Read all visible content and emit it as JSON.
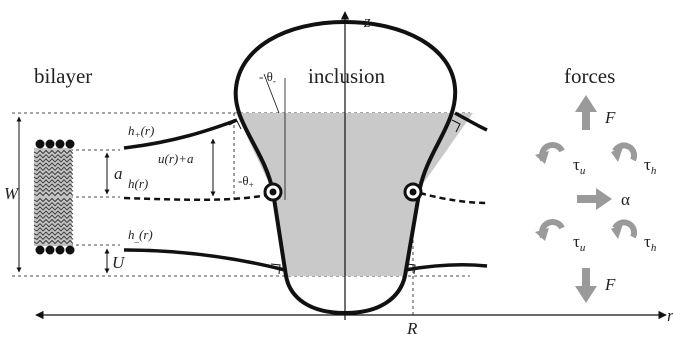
{
  "labels": {
    "axis_z": "z",
    "axis_r": "r",
    "R": "R",
    "bilayer": "bilayer",
    "inclusion": "inclusion",
    "forces": "forces",
    "theta_minus": "- θ",
    "theta_minus_sub": "-",
    "theta_plus": "-θ",
    "theta_plus_sub": "+",
    "h_plus": "h",
    "h_plus_sub": "+",
    "h_plus_arg": "(r)",
    "h": "h(r)",
    "h_minus": "h",
    "h_minus_sub": "_",
    "h_minus_arg": "(r)",
    "u_plus_a": "u(r)+a",
    "W": "W",
    "a": "a",
    "U": "U"
  },
  "forces_panel": {
    "F_top": "F",
    "F_bottom": "F",
    "tau": "τ",
    "tau_u_sub": "u",
    "tau_h_sub": "h",
    "alpha": "α"
  },
  "colors": {
    "line": "#111111",
    "inclusion_fill": "#c9c9c9",
    "force_gray": "#9a9a9a",
    "bilayer_fill": "#c4c4c4"
  }
}
